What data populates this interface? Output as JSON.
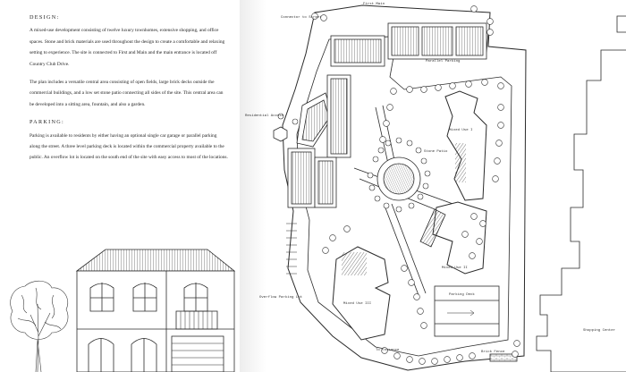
{
  "design": {
    "heading": "DESIGN:",
    "paragraph1": "A mixed-use development consisting of twelve luxury townhomes, extensive shopping, and office spaces. Stone and brick materials are used throughout the design to create a comfortable and relaxing setting to experience. The site is connected to First and Main and the main entrance is located off Country Club Drive.",
    "paragraph2": "The plan includes a versatile central area consisting of open fields, large brick decks outside the commercial buildings, and a low set stone patio connecting all sides of the site. This central area can be developed into a sitting area, fountain, and also a garden."
  },
  "parking": {
    "heading": "PARKING:",
    "paragraph": "Parking is available to residents by either having an optional single car garage or parallel parking along the street. A three level parking deck is located within the commercial property available to the public. An overflow lot is located on the south end of the site with easy access to most of the locations."
  },
  "plan_labels": {
    "first_main": "First Main",
    "connector": "Connector to Street",
    "parallel_parking": "Parallel Parking",
    "residential_access": "Residential Access",
    "stone_patio": "Stone Patio",
    "mixed_use_1": "Mixed Use I",
    "mixed_use_2": "Mixed Use II",
    "mixed_use_3": "Mixed Use III",
    "parking_deck": "Parking Deck",
    "overflow_parking": "Overflow Parking Lot",
    "brick_fence": "Brick Fence",
    "shopping_center": "Shopping Center",
    "entrance": "To Entrance"
  }
}
